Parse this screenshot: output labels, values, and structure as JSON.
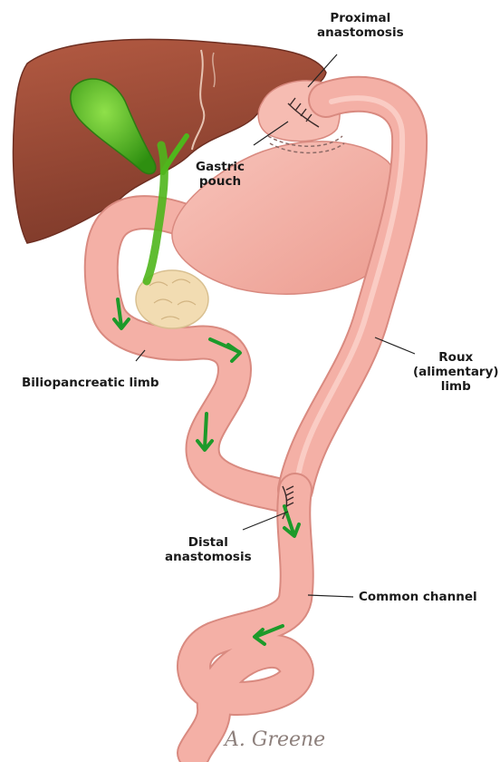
{
  "labels": {
    "proximal_anastomosis": [
      "Proximal",
      "anastomosis"
    ],
    "gastric_pouch": [
      "Gastric",
      "pouch"
    ],
    "roux_limb": [
      "Roux",
      "(alimentary)",
      "limb"
    ],
    "biliopancreatic_limb": "Biliopancreatic limb",
    "distal_anastomosis": [
      "Distal",
      "anastomosis"
    ],
    "common_channel": "Common channel"
  },
  "signature": "A. Greene",
  "colors": {
    "liver": "#9a4a36",
    "gallbladder": "#4fb61c",
    "intestine": "#f4b0a6",
    "intestine_outline": "#d98a80",
    "pancreas": "#f2dcb2",
    "flow_arrow": "#1d9a2a"
  }
}
